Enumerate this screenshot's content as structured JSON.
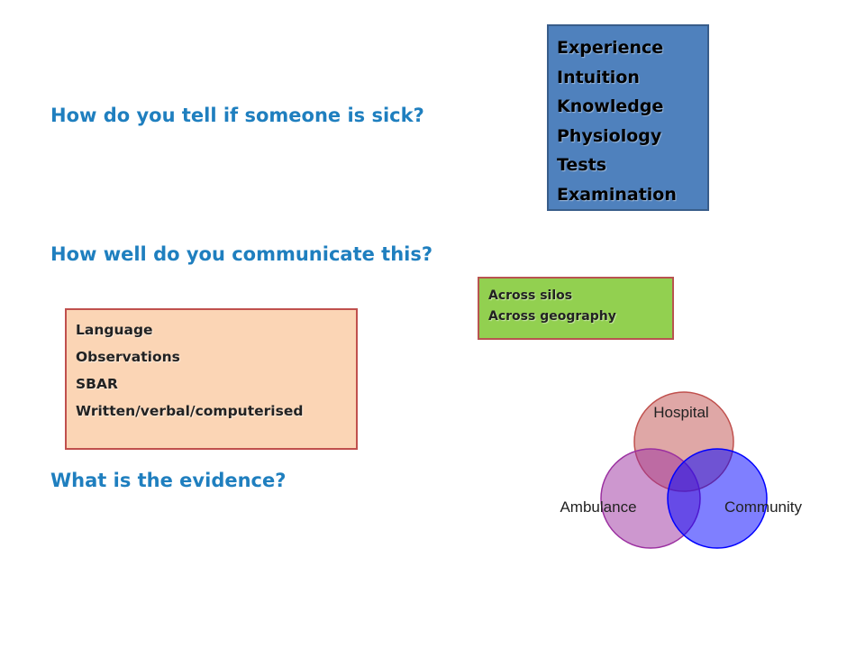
{
  "questions": [
    "How do you tell if someone is sick?",
    "How well do you communicate this?",
    "What is the evidence?"
  ],
  "factors": [
    "Experience",
    "Intuition",
    "Knowledge",
    "Physiology",
    "Tests",
    "Examination"
  ],
  "reach": [
    "Across silos",
    "Across geography"
  ],
  "communication": [
    "Language",
    "Observations",
    "SBAR",
    "Written/verbal/computerised"
  ],
  "venn": {
    "hospital": "Hospital",
    "ambulance": "Ambulance",
    "community": "Community"
  },
  "colors": {
    "question_text": "#1f7fbf",
    "factors_fill": "#4f81bd",
    "reach_fill": "#92d050",
    "communication_fill": "#fbd5b5",
    "hospital_fill": "#c0504d",
    "ambulance_fill": "#9b30a0",
    "community_fill": "#0000ff"
  }
}
